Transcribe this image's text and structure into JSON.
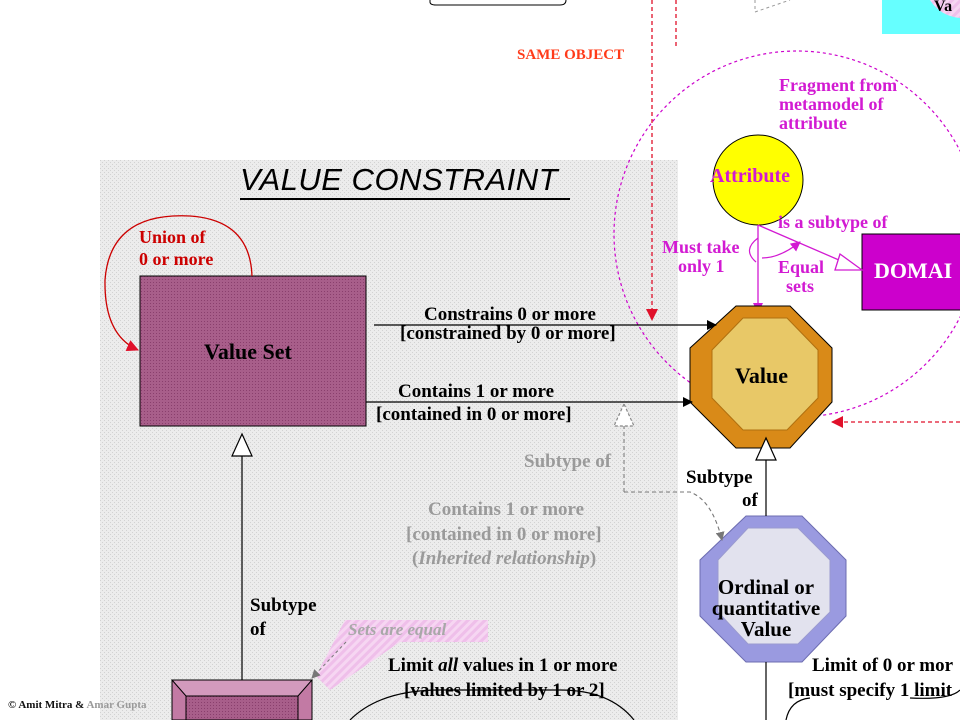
{
  "labels": {
    "same_object": "SAME OBJECT",
    "fragment_line1": "Fragment from",
    "fragment_line2": "metamodel of",
    "fragment_line3": "attribute",
    "title": "VALUE CONSTRAINT",
    "attribute": "Attribute",
    "is_subtype_of": "is a subtype of",
    "must_take_line1": "Must take",
    "must_take_line2": "only 1",
    "equal_sets_line1": "Equal",
    "equal_sets_line2": "sets",
    "domain": "DOMAI",
    "union_line1": "Union of",
    "union_line2": "0 or more",
    "value_set": "Value Set",
    "constrains_line1": "Constrains 0 or more",
    "constrains_line2": "[constrained by 0 or more]",
    "contains_line1": "Contains 1 or more",
    "contains_line2": "[contained in 0 or more]",
    "value": "Value",
    "subtype_of_grey": "Subtype of",
    "inherited_line1": "Contains 1 or more",
    "inherited_line2": "[contained in 0 or more]",
    "inherited_line3_open": "(",
    "inherited_line3_italic": "Inherited relationship",
    "inherited_line3_close": ")",
    "subtype_right_line1": "Subtype",
    "subtype_right_line2": "of",
    "ordinal_line1": "Ordinal or",
    "ordinal_line2": "quantitative",
    "ordinal_line3": "Value",
    "subtype_left_line1": "Subtype",
    "subtype_left_line2": "of",
    "sets_equal": "Sets are equal",
    "limit_all_pre": "Limit ",
    "limit_all_italic": "all",
    "limit_all_post": " values in 1 or more",
    "limit_all_line2": "[values limited by 1 or 2]",
    "limit_of_line1": "Limit of 0 or mor",
    "limit_of_line2": "[must specify 1 limit",
    "footer_left": "© Amit Mitra & ",
    "footer_faded": "Amar Gupta",
    "top_right_partial": "Va"
  },
  "colors": {
    "panel": "#e6e6e6",
    "value_set_fill": "#a85e8a",
    "value_fill": "#e8c867",
    "value_edge": "#d98a18",
    "ordinal_fill": "#d8d8ec",
    "ordinal_edge": "#9a9ae0",
    "attribute_fill": "#ffff00",
    "domain_fill": "#cc00cc",
    "magenta": "#d21ad2",
    "red": "#e0102a",
    "orange_text": "#ff3b1a",
    "cyan": "#66ffff"
  }
}
